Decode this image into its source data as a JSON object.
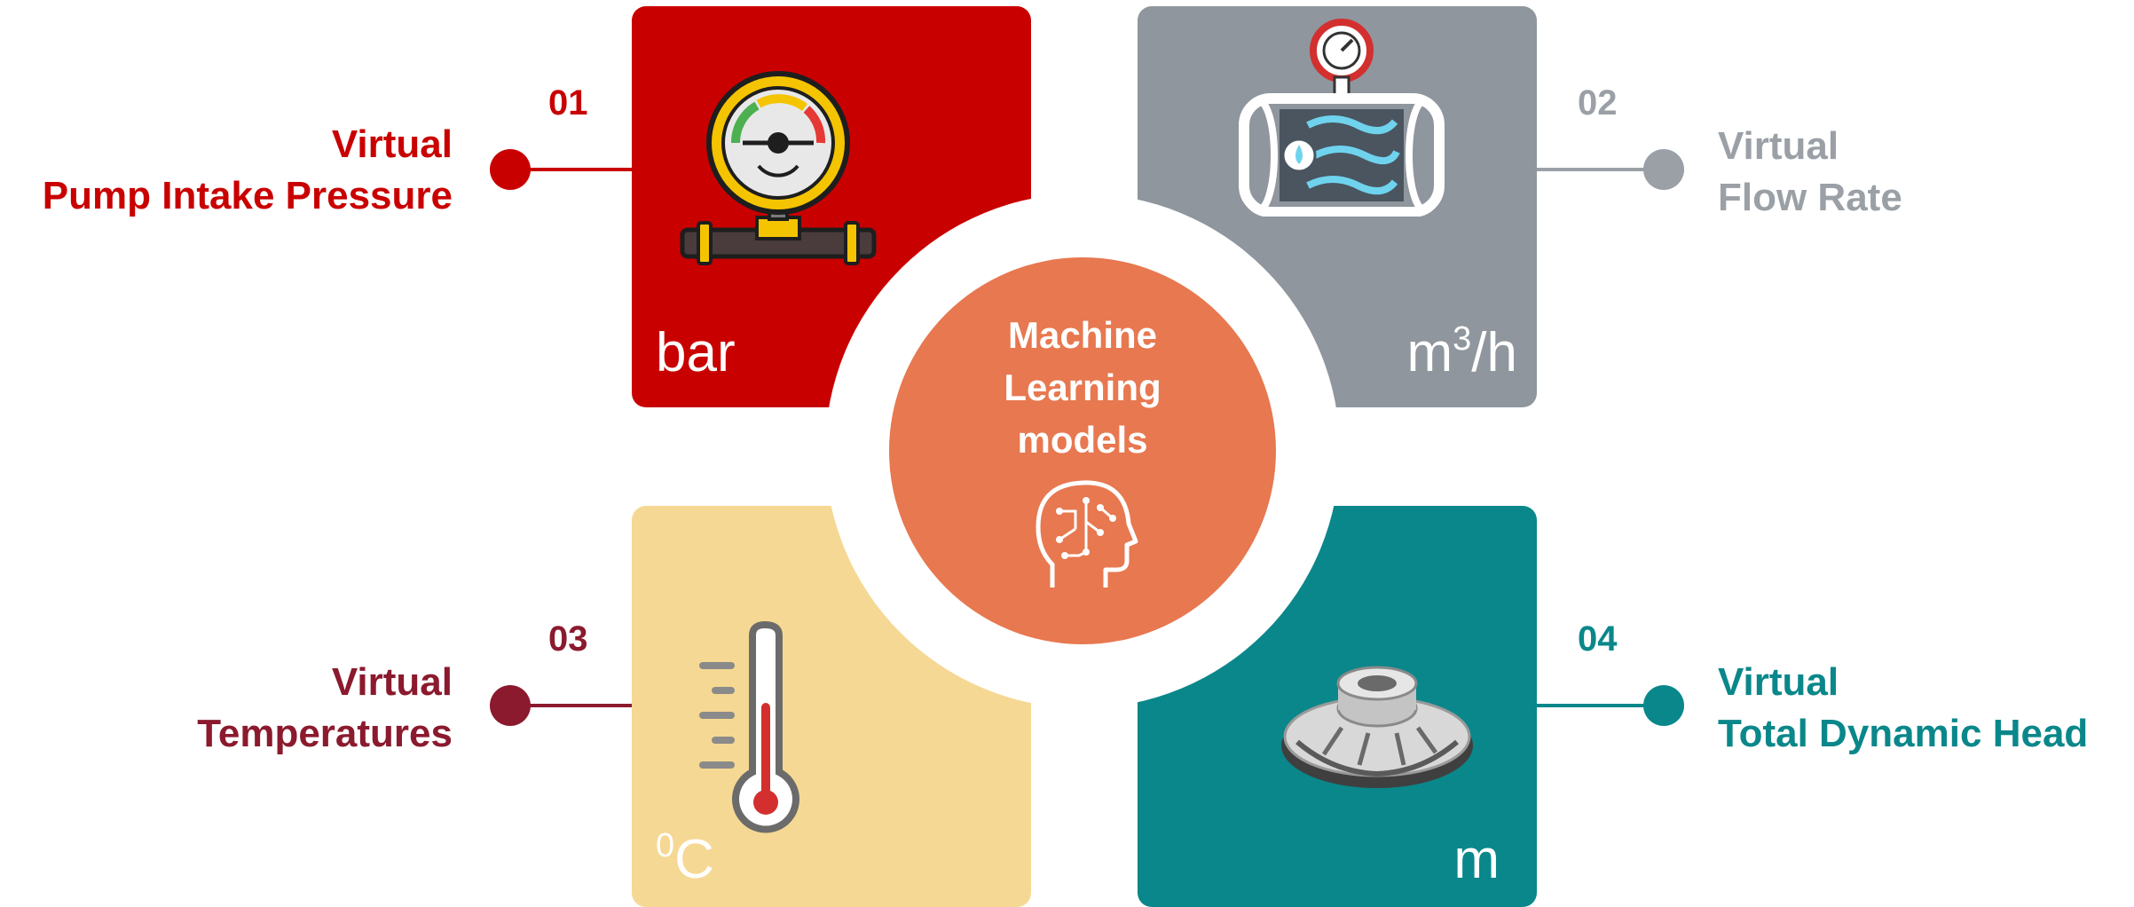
{
  "center": {
    "title_lines": [
      "Machine",
      "Learning",
      "models"
    ],
    "icon": "brain-circuit-icon"
  },
  "items": [
    {
      "number": "01",
      "label_lines": [
        "Virtual",
        "Pump Intake Pressure"
      ],
      "unit": "bar",
      "icon": "pressure-gauge-icon",
      "color": "#c90000",
      "text_color": "#c90000"
    },
    {
      "number": "02",
      "label_lines": [
        "Virtual",
        "Flow Rate"
      ],
      "unit_base": "m",
      "unit_sup": "3",
      "unit_rest": "/h",
      "icon": "flow-meter-icon",
      "color": "#8f969d",
      "text_color": "#9aa0a6"
    },
    {
      "number": "03",
      "label_lines": [
        "Virtual",
        "Temperatures"
      ],
      "unit_sup": "0",
      "unit_rest": "C",
      "icon": "thermometer-icon",
      "color": "#f5d893",
      "text_color": "#8b1a2e"
    },
    {
      "number": "04",
      "label_lines": [
        "Virtual",
        "Total Dynamic Head"
      ],
      "unit": "m",
      "icon": "pump-impeller-icon",
      "color": "#0a878a",
      "text_color": "#0a878a"
    }
  ]
}
